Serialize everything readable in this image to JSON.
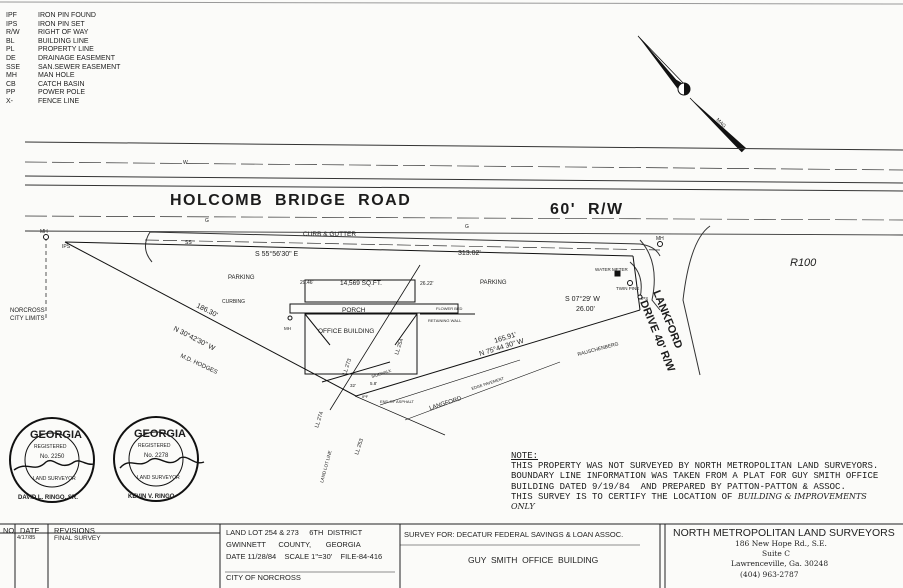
{
  "legend": [
    {
      "abbr": "IPF",
      "text": "IRON PIN FOUND"
    },
    {
      "abbr": "IPS",
      "text": "IRON PIN SET"
    },
    {
      "abbr": "R/W",
      "text": "RIGHT OF WAY"
    },
    {
      "abbr": "BL",
      "text": "BUILDING LINE"
    },
    {
      "abbr": "PL",
      "text": "PROPERTY LINE"
    },
    {
      "abbr": "DE",
      "text": "DRAINAGE EASEMENT"
    },
    {
      "abbr": "SSE",
      "text": "SAN.SEWER EASEMENT"
    },
    {
      "abbr": "MH",
      "text": "MAN HOLE"
    },
    {
      "abbr": "CB",
      "text": "CATCH BASIN"
    },
    {
      "abbr": "PP",
      "text": "POWER POLE"
    },
    {
      "abbr": "X-",
      "text": "FENCE LINE"
    }
  ],
  "north_arrow": {
    "label": "MAG"
  },
  "road": {
    "name": "HOLCOMB  BRIDGE  ROAD",
    "width": "60'  R/W",
    "curb": "CURB & GUTTER",
    "water_line": "W",
    "gas_line": "G",
    "sewer_line": "SS"
  },
  "drive": {
    "name": "LANKFORD",
    "line2": "DRIVE 40' R/W"
  },
  "sheet_mark": "R100",
  "bearings": {
    "north": "S 55°56'30\" E",
    "north_dist": "313.02'",
    "west": "N 30°42'30\" W",
    "west_dist": "186.30'",
    "southeast": "N 75°44 30\" W",
    "southeast_dist": "165.91'",
    "east": "S 07°29' W",
    "east_dist": "26.00'"
  },
  "labels": {
    "area": "14,569 SQ.FT.",
    "parking_left": "PARKING",
    "parking_right": "PARKING",
    "office": "OFFICE BUILDING",
    "porch": "PORCH",
    "flower_bed": "FLOWER BED",
    "retaining_wall": "RETAINING WALL",
    "curbing": "CURBING",
    "sidewalk": "SIDEWALK",
    "norcross": "NORCROSS",
    "city_limits": "CITY LIMITS",
    "md_hodges": "M.D. HODGES",
    "rauschenberg": "RAUSCHENBERG",
    "langford": "LANGFORD",
    "edge_pavement": "EDGE PAVEMENT",
    "end_asphalt": "END OF ASPHALT",
    "ll274": "LL 274",
    "ll273": "LL 273",
    "ll254": "LL 254",
    "ll253": "LL 253",
    "land_lot_line": "LAND LOT LINE",
    "water_meter": "WATER METER",
    "twin_pine": "TWIN PINE",
    "mh": "MH",
    "ips": "IPS",
    "dim_a": "29.46'",
    "dim_b": "26.22'",
    "dim_c": "32'",
    "dim_d": "5.8'",
    "ipf": "IPF"
  },
  "seals": [
    {
      "state": "GEORGIA",
      "registered": "REGISTERED",
      "number": "No. 2250",
      "role": "LAND SURVEYOR",
      "name": "DAVID L. RINGO, SR."
    },
    {
      "state": "GEORGIA",
      "registered": "REGISTERED",
      "number": "No. 2278",
      "role": "LAND SURVEYOR",
      "name": "KEVIN V. RINGO"
    }
  ],
  "note": {
    "heading": "NOTE:",
    "lines": [
      "THIS PROPERTY WAS NOT SURVEYED BY NORTH METROPOLITAN LAND SURVEYORS.",
      "BOUNDARY LINE INFORMATION WAS TAKEN FROM A PLAT FOR GUY SMITH OFFICE",
      "BUILDING DATED 9/19/84  AND PREPARED BY PATTON-PATTON & ASSOC.",
      "THIS SURVEY IS TO CERTIFY THE LOCATION OF"
    ],
    "handwritten": "BUILDING & IMPROVEMENTS",
    "handwritten2": "ONLY"
  },
  "title_block": {
    "col_no": "NO",
    "col_date": "DATE",
    "col_rev": "REVISIONS",
    "rev_date": "4/17/85",
    "rev_text": "FINAL SURVEY",
    "land_lot": "LAND LOT 254 & 273     6TH  DISTRICT",
    "county": "GWINNETT      COUNTY,       GEORGIA",
    "date_scale": "DATE 11/28/84    SCALE 1\"=30'    FILE-84-416",
    "city": "CITY OF NORCROSS",
    "survey_for": "SURVEY FOR: DECATUR FEDERAL SAVINGS & LOAN ASSOC.",
    "project": "GUY  SMITH  OFFICE  BUILDING",
    "firm": "NORTH METROPOLITAN LAND SURVEYORS",
    "address1": "186 New Hope Rd., S.E.",
    "address2": "Suite C",
    "address3": "Lawrenceville, Ga. 30248",
    "phone": "(404) 963-2787"
  }
}
